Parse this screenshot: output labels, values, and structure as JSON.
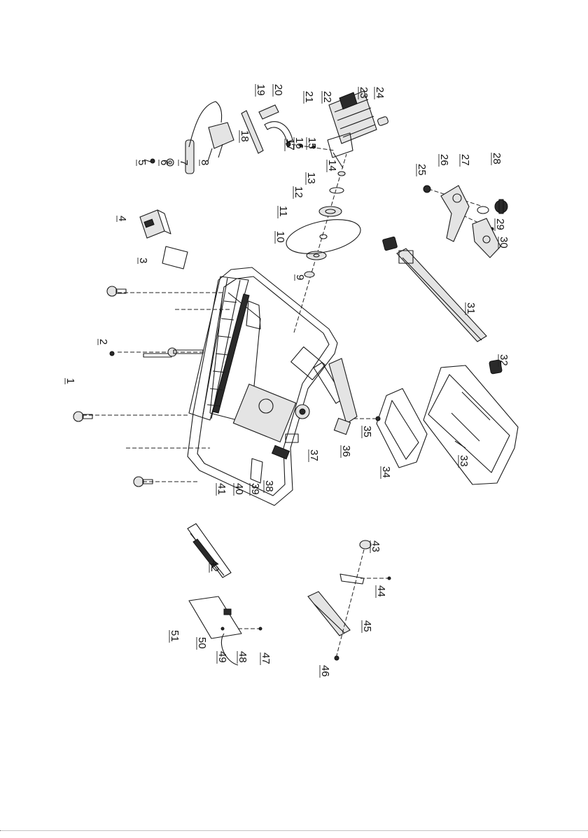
{
  "diagram": {
    "callouts": [
      {
        "id": "1",
        "text": "1"
      },
      {
        "id": "2",
        "text": "2"
      },
      {
        "id": "3",
        "text": "3"
      },
      {
        "id": "4",
        "text": "4"
      },
      {
        "id": "5",
        "text": "5"
      },
      {
        "id": "6",
        "text": "6"
      },
      {
        "id": "7",
        "text": "7"
      },
      {
        "id": "8",
        "text": "8"
      },
      {
        "id": "9",
        "text": "9"
      },
      {
        "id": "10",
        "text": "10"
      },
      {
        "id": "11",
        "text": "11"
      },
      {
        "id": "12",
        "text": "12"
      },
      {
        "id": "13",
        "text": "13"
      },
      {
        "id": "14",
        "text": "14"
      },
      {
        "id": "15",
        "text": "15"
      },
      {
        "id": "16",
        "text": "16"
      },
      {
        "id": "17",
        "text": "17"
      },
      {
        "id": "18",
        "text": "18"
      },
      {
        "id": "19",
        "text": "19"
      },
      {
        "id": "20",
        "text": "20"
      },
      {
        "id": "21",
        "text": "21"
      },
      {
        "id": "22",
        "text": "22"
      },
      {
        "id": "23",
        "text": "23"
      },
      {
        "id": "24",
        "text": "24"
      },
      {
        "id": "25",
        "text": "25"
      },
      {
        "id": "26",
        "text": "26"
      },
      {
        "id": "27",
        "text": "27"
      },
      {
        "id": "28",
        "text": "28"
      },
      {
        "id": "29",
        "text": "29"
      },
      {
        "id": "30",
        "text": "30"
      },
      {
        "id": "31",
        "text": "31"
      },
      {
        "id": "32",
        "text": "32"
      },
      {
        "id": "33",
        "text": "33"
      },
      {
        "id": "34",
        "text": "34"
      },
      {
        "id": "35",
        "text": "35"
      },
      {
        "id": "36",
        "text": "36"
      },
      {
        "id": "37",
        "text": "37"
      },
      {
        "id": "38",
        "text": "38"
      },
      {
        "id": "39",
        "text": "39"
      },
      {
        "id": "40",
        "text": "40"
      },
      {
        "id": "41",
        "text": "41"
      },
      {
        "id": "42",
        "text": "42"
      },
      {
        "id": "43",
        "text": "43"
      },
      {
        "id": "44",
        "text": "44"
      },
      {
        "id": "45",
        "text": "45"
      },
      {
        "id": "46",
        "text": "46"
      },
      {
        "id": "47",
        "text": "47"
      },
      {
        "id": "48",
        "text": "48"
      },
      {
        "id": "49",
        "text": "49"
      },
      {
        "id": "50",
        "text": "50"
      },
      {
        "id": "51",
        "text": "51"
      }
    ]
  }
}
